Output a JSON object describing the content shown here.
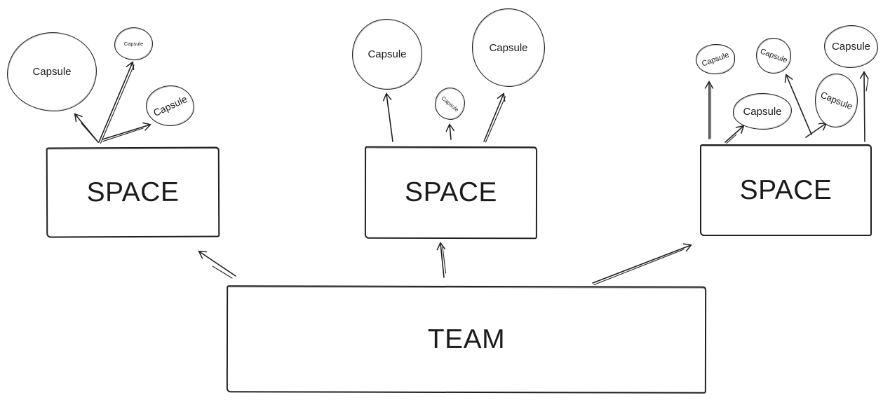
{
  "diagram": {
    "type": "whiteboard-sketch",
    "colors": {
      "ink": "#202020",
      "background": "#ffffff"
    },
    "team": {
      "label": "TEAM"
    },
    "groups": [
      {
        "space_label": "SPACE",
        "capsules": [
          {
            "label": "Capsule",
            "size": "large"
          },
          {
            "label": "Capsule",
            "size": "small"
          },
          {
            "label": "Capsule",
            "size": "medium",
            "text_rotation": "tilted-up"
          }
        ]
      },
      {
        "space_label": "SPACE",
        "capsules": [
          {
            "label": "Capsule",
            "size": "large"
          },
          {
            "label": "Capsule",
            "size": "small",
            "text_rotation": "tilted-down"
          },
          {
            "label": "Capsule",
            "size": "large"
          }
        ]
      },
      {
        "space_label": "SPACE",
        "capsules": [
          {
            "label": "Capsule",
            "size": "small",
            "text_rotation": "tilted-up"
          },
          {
            "label": "Capsule",
            "size": "small",
            "text_rotation": "tilted-down"
          },
          {
            "label": "Capsule",
            "size": "medium"
          },
          {
            "label": "Capsule",
            "size": "medium"
          },
          {
            "label": "Capsule",
            "size": "medium",
            "text_rotation": "tilted-down"
          }
        ]
      }
    ]
  }
}
